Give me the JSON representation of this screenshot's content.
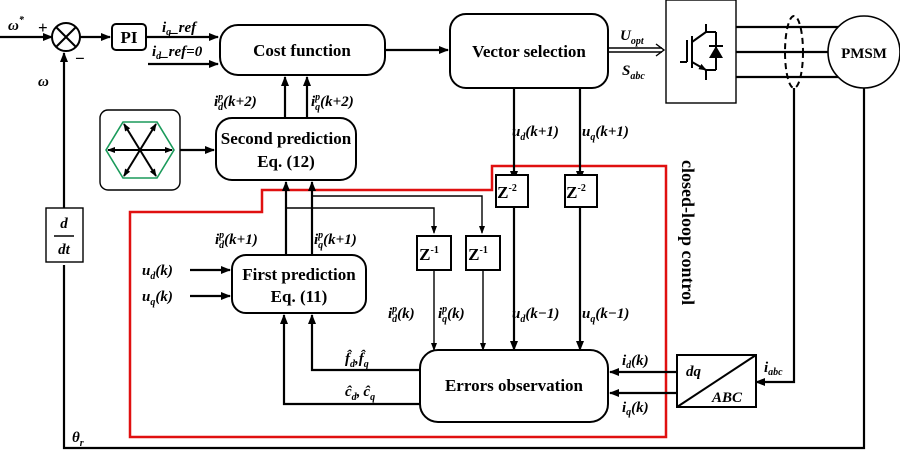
{
  "blocks": {
    "pi": "PI",
    "cost_function": "Cost function",
    "vector_selection": "Vector selection",
    "second_prediction": "Second prediction",
    "second_prediction_eq": "Eq. (12)",
    "first_prediction": "First prediction",
    "first_prediction_eq": "Eq. (11)",
    "errors_observation": "Errors observation",
    "pmsm": "PMSM",
    "z2": "Z",
    "z2_exp": "-2",
    "z1": "Z",
    "z1_exp": "-1",
    "deriv_num": "d",
    "deriv_den": "dt",
    "dq": "dq",
    "abc": "ABC"
  },
  "signals": {
    "omega_ref": "ω",
    "omega_ref_sup": "*",
    "plus": "+",
    "minus": "−",
    "omega": "ω",
    "iq_ref": "i",
    "iq_ref_sub": "q",
    "iq_ref_tail": "_ref",
    "id_ref": "i",
    "id_ref_sub": "d",
    "id_ref_tail": "_ref=0",
    "u_opt": "U",
    "u_opt_sub": "opt",
    "s_abc": "S",
    "s_abc_sub": "abc",
    "idp_k2": "(k+2)",
    "iqp_k2": "(k+2)",
    "idp_k1": "(k+1)",
    "iqp_k1": "(k+1)",
    "ud_k1": "(k+1)",
    "uq_k1": "(k+1)",
    "ud_k": "(k)",
    "uq_k": "(k)",
    "idp_k": "(k)",
    "iqp_k": "(k)",
    "ud_km1": "(k−1)",
    "uq_km1": "(k−1)",
    "f_hat": "f̂",
    "c_hat": "ĉ",
    "id_k": "(k)",
    "iq_k": "(k)",
    "i_abc": "i",
    "i_abc_sub": "abc",
    "theta": "θ",
    "theta_sub": "r",
    "sym_i": "i",
    "sym_u": "u",
    "sub_d": "d",
    "sub_q": "q",
    "sup_p": "p",
    "comma": ","
  },
  "annotation": {
    "closed_loop": "closed-loop control"
  },
  "colors": {
    "closed_loop_border": "#e01010",
    "hexagon": "#1a9a5a"
  }
}
